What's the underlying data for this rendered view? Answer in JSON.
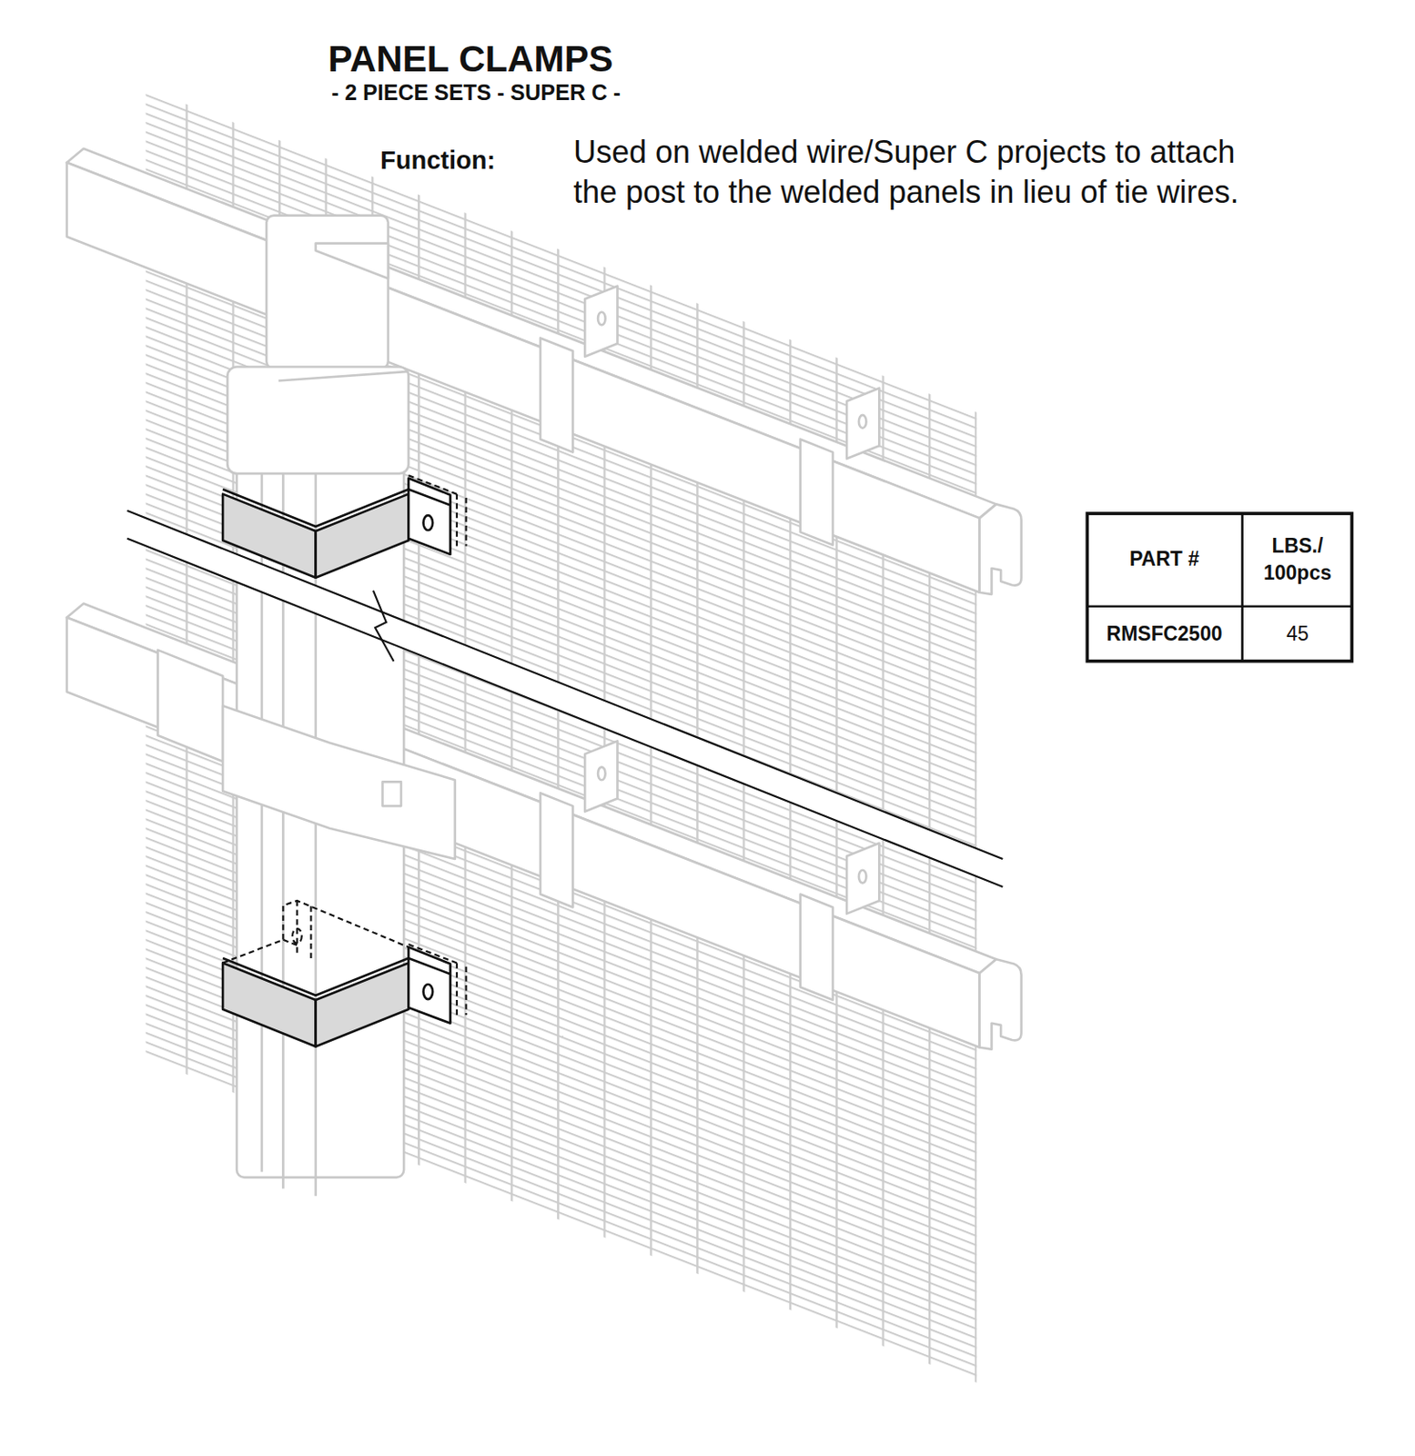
{
  "diagram": {
    "title": "PANEL CLAMPS",
    "labels": [
      "- 2 PIECE SETS - SUPER C -",
      "Function:",
      "Used on welded wire/Super C projects to attach the post to the welded panels in lieu of tie wires.",
      "PART #",
      "LBS./ 100pcs",
      "RMSFC2500",
      "45"
    ]
  }
}
